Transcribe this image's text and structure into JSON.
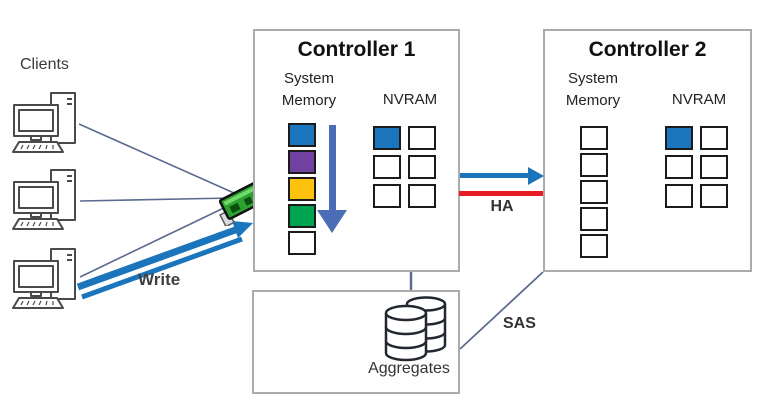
{
  "diagram": {
    "clients_label": "Clients",
    "write_label": "Write",
    "ha_label": "HA",
    "sas_label": "SAS"
  },
  "controller1": {
    "title": "Controller 1",
    "system_memory_label": "System\nMemory",
    "nvram_label": "NVRAM",
    "memory_cells": [
      "#1b75bc",
      "#7141a1",
      "#fdc20e",
      "#00a551",
      "#ffffff"
    ],
    "nvram_cells": [
      "#1b75bc",
      "#ffffff",
      "#ffffff",
      "#ffffff",
      "#ffffff",
      "#ffffff"
    ]
  },
  "controller2": {
    "title": "Controller 2",
    "system_memory_label": "System\nMemory",
    "nvram_label": "NVRAM",
    "memory_cells": [
      "#ffffff",
      "#ffffff",
      "#ffffff",
      "#ffffff",
      "#ffffff"
    ],
    "nvram_cells": [
      "#1b75bc",
      "#ffffff",
      "#ffffff",
      "#ffffff",
      "#ffffff",
      "#ffffff"
    ]
  },
  "aggregates": {
    "label": "Aggregates"
  },
  "colors": {
    "write_arrow": "#1b75bc",
    "ha_arrow_blue": "#1b75bc",
    "ha_link_red": "#e81c24",
    "memory_flow_arrow": "#4a6db5",
    "connector_line": "#5b6b8f"
  }
}
